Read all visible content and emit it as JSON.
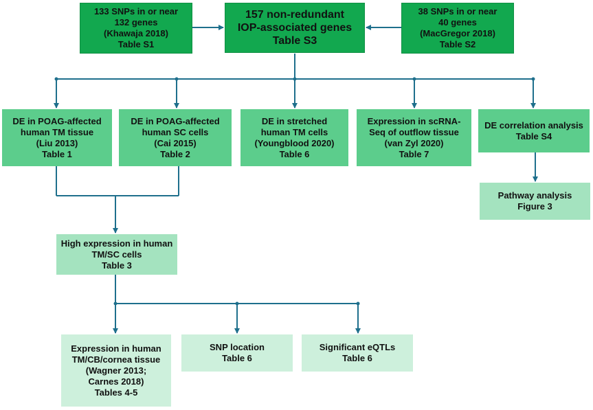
{
  "colors": {
    "connector": "#1e6f8c",
    "box_dark": "#17b05a",
    "box_mid": "#5ccd8c",
    "box_light": "#a4e3bf",
    "box_pale": "#cdf0dc"
  },
  "nodes": {
    "khawaja": [
      "133 SNPs in or near",
      "132 genes",
      "(Khawaja 2018)",
      "Table S1"
    ],
    "central": [
      "157 non-redundant",
      "IOP-associated  genes",
      "Table S3"
    ],
    "macgregor": [
      "38 SNPs in or near",
      "40 genes",
      "(MacGregor 2018)",
      "Table S2"
    ],
    "liu": [
      "DE in POAG-affected",
      "human TM tissue",
      "(Liu 2013)",
      "Table 1"
    ],
    "cai": [
      "DE in POAG-affected",
      "human SC cells",
      "(Cai 2015)",
      "Table 2"
    ],
    "youngblood": [
      "DE in stretched",
      "human TM cells",
      "(Youngblood 2020)",
      "Table 6"
    ],
    "vanzyl": [
      "Expression in scRNA-",
      "Seq of outflow tissue",
      "(van Zyl  2020)",
      "Table 7"
    ],
    "decorr": [
      "DE correlation analysis",
      "Table S4"
    ],
    "pathway": [
      "Pathway analysis",
      "Figure 3"
    ],
    "highexpr": [
      "High expression in human",
      "TM/SC cells",
      "Table 3"
    ],
    "wagner": [
      "Expression in human",
      "TM/CB/cornea tissue",
      "(Wagner 2013;",
      "Carnes 2018)",
      "Tables 4-5"
    ],
    "snploc": [
      "SNP location",
      "Table 6"
    ],
    "eqtl": [
      "Significant eQTLs",
      "Table 6"
    ]
  }
}
